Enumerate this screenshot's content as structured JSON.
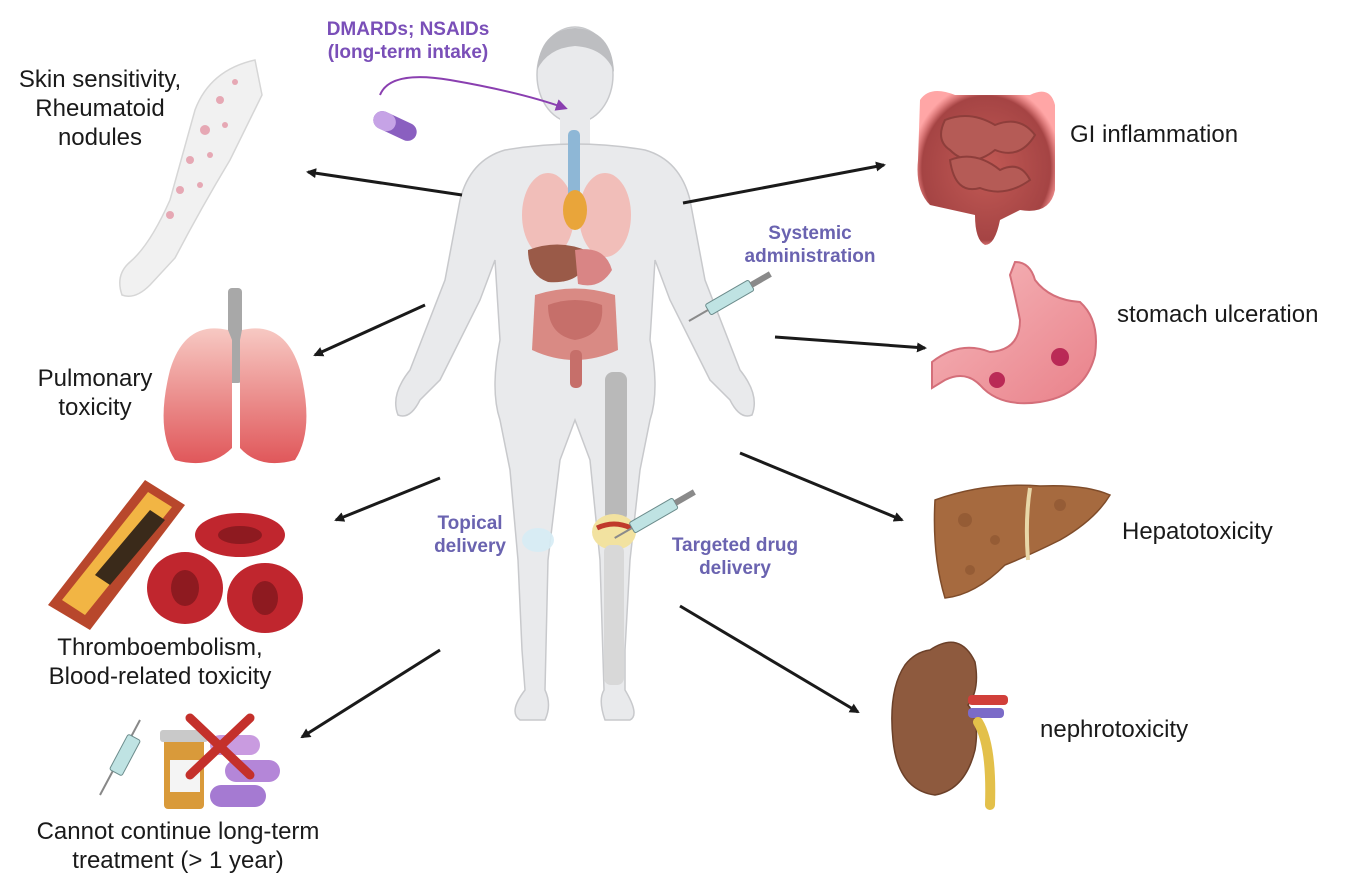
{
  "routes": {
    "oral": {
      "line1": "DMARDs; NSAIDs",
      "line2": "(long-term intake)"
    },
    "systemic": {
      "line1": "Systemic",
      "line2": "administration"
    },
    "topical": {
      "line1": "Topical",
      "line2": "delivery"
    },
    "targeted": {
      "line1": "Targeted drug",
      "line2": "delivery"
    }
  },
  "effects_left": [
    {
      "lines": [
        "Skin sensitivity,",
        "Rheumatoid",
        "nodules"
      ],
      "icon": "arm-rash-icon"
    },
    {
      "lines": [
        "Pulmonary",
        "toxicity"
      ],
      "icon": "lungs-icon"
    },
    {
      "lines": [
        "Thromboembolism,",
        "Blood-related toxicity"
      ],
      "icon": "blood-clot-icon"
    },
    {
      "lines": [
        "Cannot continue long-term",
        "treatment (> 1 year)"
      ],
      "icon": "no-medication-icon"
    }
  ],
  "effects_right": [
    {
      "label": "GI inflammation",
      "icon": "intestine-icon"
    },
    {
      "label": "stomach ulceration",
      "icon": "stomach-icon"
    },
    {
      "label": "Hepatotoxicity",
      "icon": "liver-icon"
    },
    {
      "label": "nephrotoxicity",
      "icon": "kidney-icon"
    }
  ],
  "colors": {
    "arrow": "#1a1a1a",
    "route_text": "#6a63b0",
    "oral_text": "#7a4fb8",
    "body_fill": "#e9eaec",
    "organ_red": "#c23a44",
    "liver": "#a66a3f",
    "kidney": "#8e5a3e"
  }
}
